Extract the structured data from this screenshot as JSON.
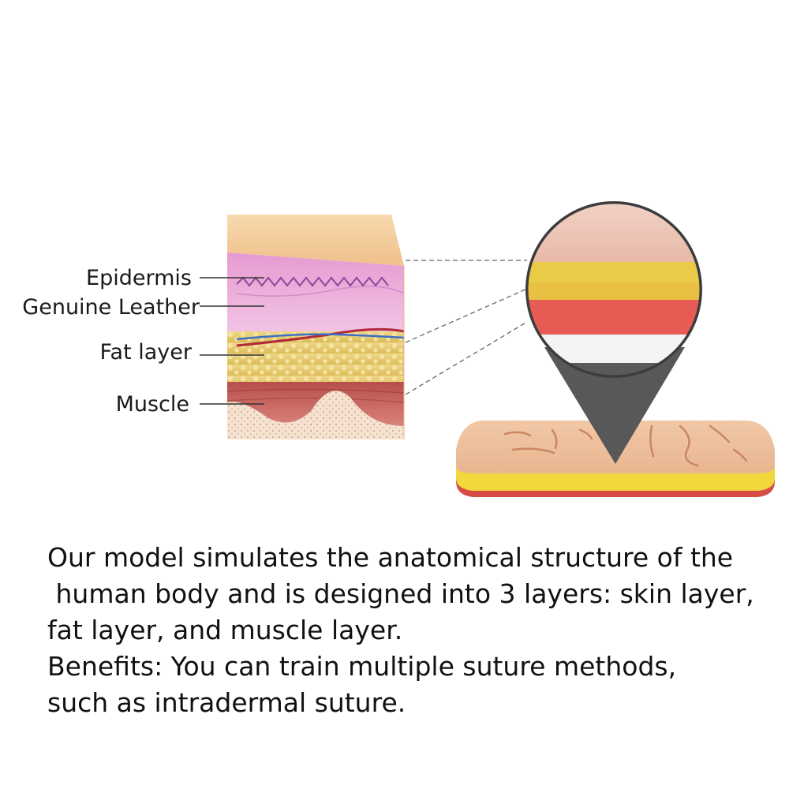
{
  "labels": {
    "epidermis": "Epidermis",
    "genuine_leather": "Genuine Leather",
    "fat_layer": "Fat layer",
    "muscle": "Muscle"
  },
  "description": {
    "line1": "Our model simulates the anatomical structure of the",
    "line2": " human body and is designed into 3 layers: skin layer,",
    "line3": "fat layer, and muscle layer.",
    "line4": "Benefits: You can train multiple suture methods,",
    "line5": "such as intradermal suture."
  },
  "colors": {
    "skin": "#f2c89a",
    "dermis": "#e8a4d2",
    "fat": "#e6c96a",
    "muscle": "#c4605a",
    "pad_yellow": "#f2d83c",
    "pad_red": "#e85a52",
    "pointer": "#5a5a5a"
  }
}
